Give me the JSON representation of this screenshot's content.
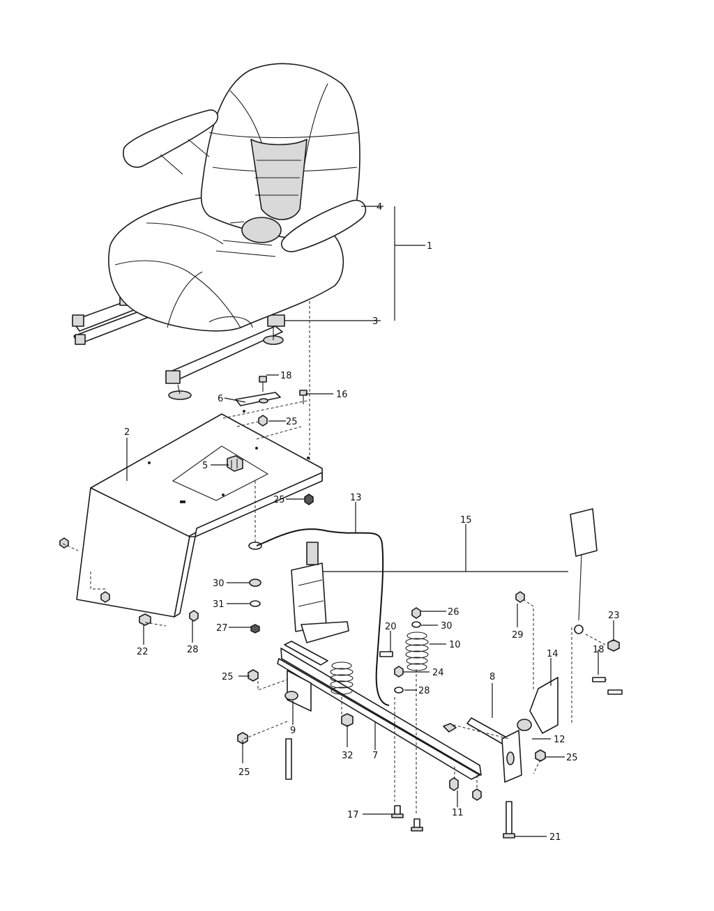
{
  "callouts": {
    "c1": "1",
    "c2": "2",
    "c3": "3",
    "c4": "4",
    "c5": "5",
    "c6": "6",
    "c7": "7",
    "c8": "8",
    "c9": "9",
    "c10": "10",
    "c11": "11",
    "c12": "12",
    "c13": "13",
    "c14": "14",
    "c15": "15",
    "c16": "16",
    "c17": "17",
    "c18a": "18",
    "c18b": "18",
    "c20": "20",
    "c21": "21",
    "c22": "22",
    "c23": "23",
    "c24": "24",
    "c25a": "25",
    "c25b": "25",
    "c25c": "25",
    "c25d": "25",
    "c25e": "25",
    "c26": "26",
    "c27": "27",
    "c28a": "28",
    "c28b": "28",
    "c29": "29",
    "c30a": "30",
    "c30b": "30",
    "c31": "31",
    "c32": "32"
  }
}
